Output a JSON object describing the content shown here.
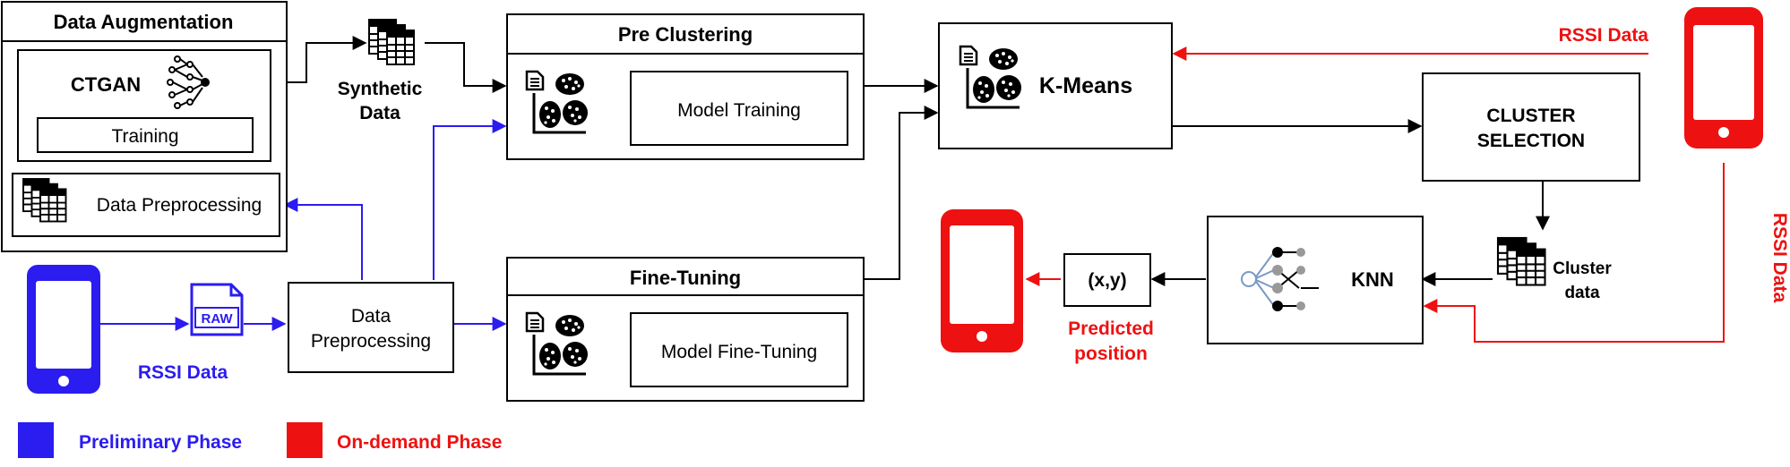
{
  "data_augmentation": {
    "title": "Data Augmentation",
    "ctgan_label": "CTGAN",
    "training_label": "Training",
    "preprocessing_label": "Data Preprocessing"
  },
  "synthetic_data": {
    "line1": "Synthetic",
    "line2": "Data"
  },
  "pre_clustering": {
    "title": "Pre Clustering",
    "inner_label": "Model Training"
  },
  "fine_tuning": {
    "title": "Fine-Tuning",
    "inner_label": "Model Fine-Tuning"
  },
  "kmeans": {
    "label": "K-Means"
  },
  "cluster_selection": {
    "line1": "CLUSTER",
    "line2": "SELECTION"
  },
  "knn": {
    "label": "KNN"
  },
  "output": {
    "coords": "(x,y)",
    "caption_line1": "Predicted",
    "caption_line2": "position"
  },
  "cluster_data": {
    "line1": "Cluster",
    "line2": "data"
  },
  "rssi_blue": "RSSI Data",
  "rssi_red_top": "RSSI Data",
  "rssi_red_side": "RSSI Data",
  "raw_icon_text": "RAW",
  "data_preprocessing": {
    "line1": "Data",
    "line2": "Preprocessing"
  },
  "legend": [
    {
      "label": "Preliminary Phase",
      "color": "#2b1cf0"
    },
    {
      "label": "On-demand Phase",
      "color": "#ee1111"
    }
  ],
  "colors": {
    "blue": "#2b1cf0",
    "red": "#ee1111",
    "black": "#000000"
  },
  "icons": [
    "spreadsheet-icon",
    "neural-network-icon",
    "cluster-chart-icon",
    "raw-file-icon",
    "smartphone-icon",
    "knn-network-icon"
  ]
}
